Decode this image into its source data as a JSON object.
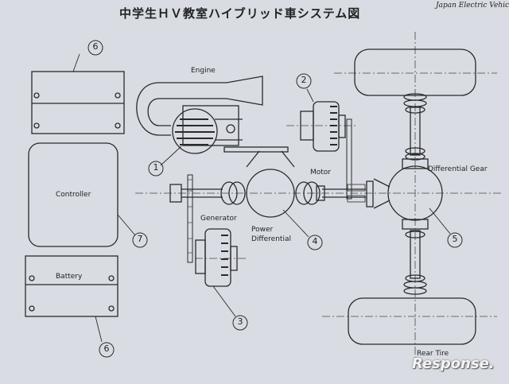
{
  "title": "中学生ＨＶ教室ハイブリッド車システム図",
  "corner_text": "Japan Electric Vehicle",
  "labels": {
    "engine": "Engine",
    "motor": "Motor",
    "differential_gear": "Differential Gear",
    "controller": "Controller",
    "generator": "Generator",
    "power_differential_line1": "Power",
    "power_differential_line2": "Differential",
    "battery": "Battery",
    "rear_tire": "Rear Tire"
  },
  "callouts": [
    "1",
    "2",
    "3",
    "4",
    "5",
    "6",
    "7"
  ],
  "watermark": "Response."
}
